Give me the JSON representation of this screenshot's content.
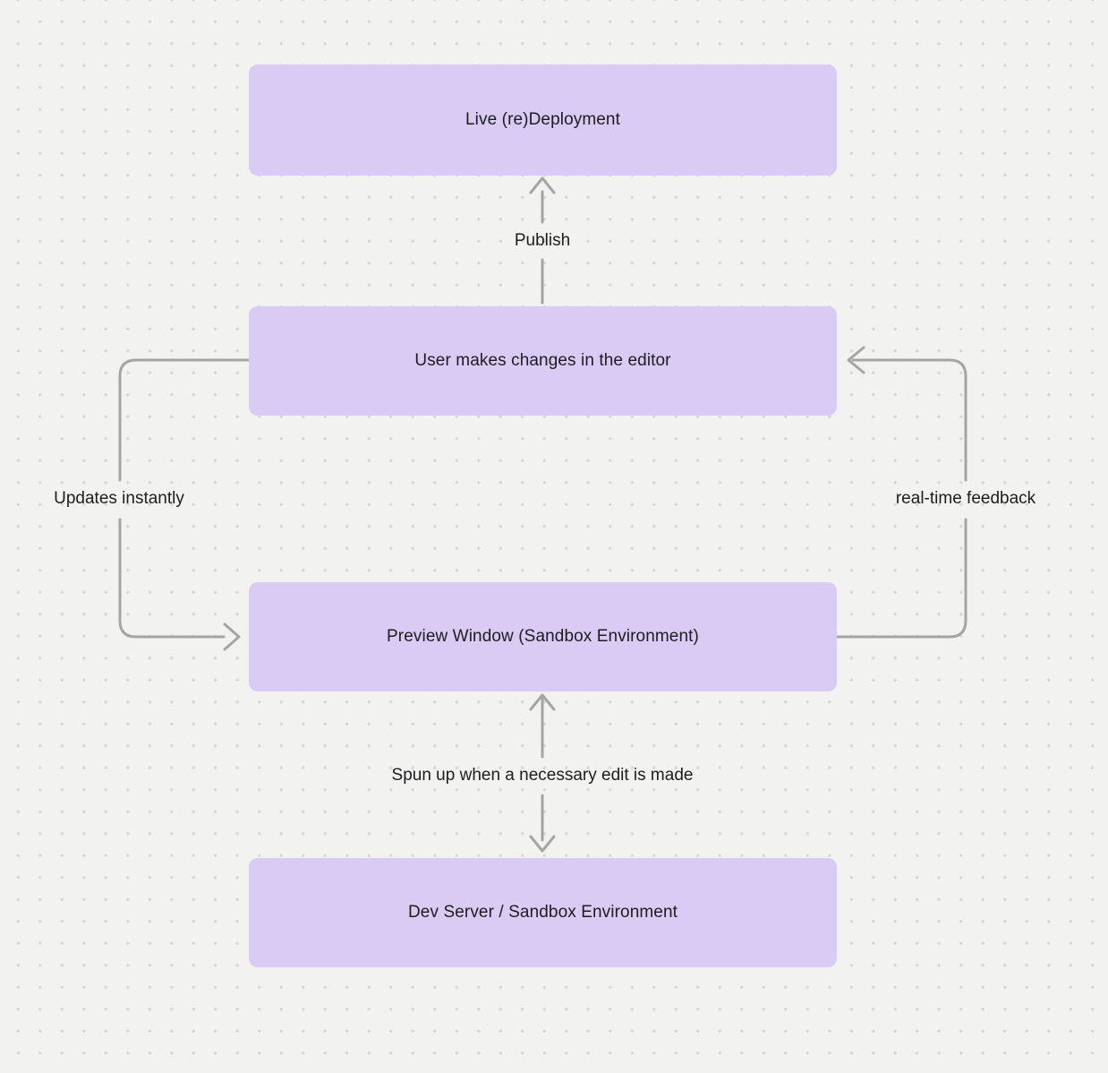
{
  "diagram": {
    "nodes": [
      {
        "id": "live-deployment",
        "label": "Live (re)Deployment"
      },
      {
        "id": "editor-changes",
        "label": "User makes changes in the editor"
      },
      {
        "id": "preview-window",
        "label": "Preview Window (Sandbox Environment)"
      },
      {
        "id": "dev-server",
        "label": "Dev Server / Sandbox Environment"
      }
    ],
    "edges": [
      {
        "from": "editor-changes",
        "to": "live-deployment",
        "label": "Publish",
        "direction": "up"
      },
      {
        "from": "editor-changes",
        "to": "preview-window",
        "label": "Updates instantly",
        "direction": "left-down"
      },
      {
        "from": "preview-window",
        "to": "editor-changes",
        "label": "real-time feedback",
        "direction": "right-up"
      },
      {
        "from": "preview-window",
        "to": "dev-server",
        "label": "Spun up when a necessary edit is made",
        "direction": "bidirectional"
      }
    ]
  },
  "colors": {
    "background": "#f2f2f0",
    "dot": "#d7d7d5",
    "node_fill": "#d9cbf4",
    "node_text": "#1d1d1f",
    "connector": "#a5a5a3"
  }
}
